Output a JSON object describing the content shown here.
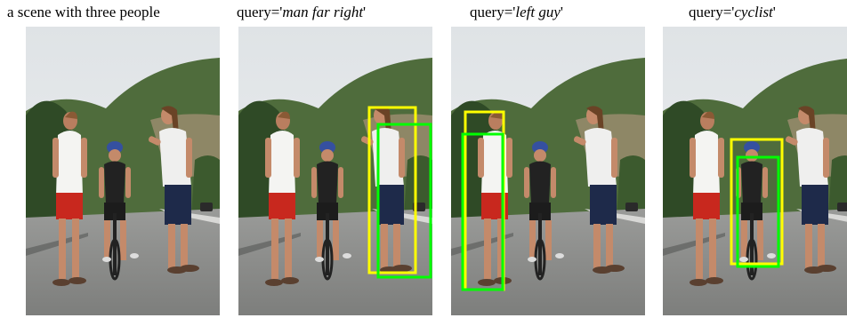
{
  "panels": [
    {
      "caption_text": "a scene with three people",
      "query_prefix": "",
      "query": "",
      "query_suffix": "",
      "boxes": []
    },
    {
      "caption_text": "",
      "query_prefix": "query='",
      "query": "man far right",
      "query_suffix": "'",
      "boxes": [
        {
          "color": "#ffff00"
        },
        {
          "color": "#00ff00"
        }
      ]
    },
    {
      "caption_text": "",
      "query_prefix": "query='",
      "query": "left guy",
      "query_suffix": "'",
      "boxes": [
        {
          "color": "#ffff00"
        },
        {
          "color": "#00ff00"
        }
      ]
    },
    {
      "caption_text": "",
      "query_prefix": "query='",
      "query": "cyclist",
      "query_suffix": "'",
      "boxes": [
        {
          "color": "#ffff00"
        },
        {
          "color": "#00ff00"
        }
      ]
    }
  ],
  "colors": {
    "sky": "#e4e8ea",
    "hill": "#4d6a3a",
    "road": "#8e8f8d",
    "box_yellow": "#ffff00",
    "box_green": "#00ff00"
  }
}
